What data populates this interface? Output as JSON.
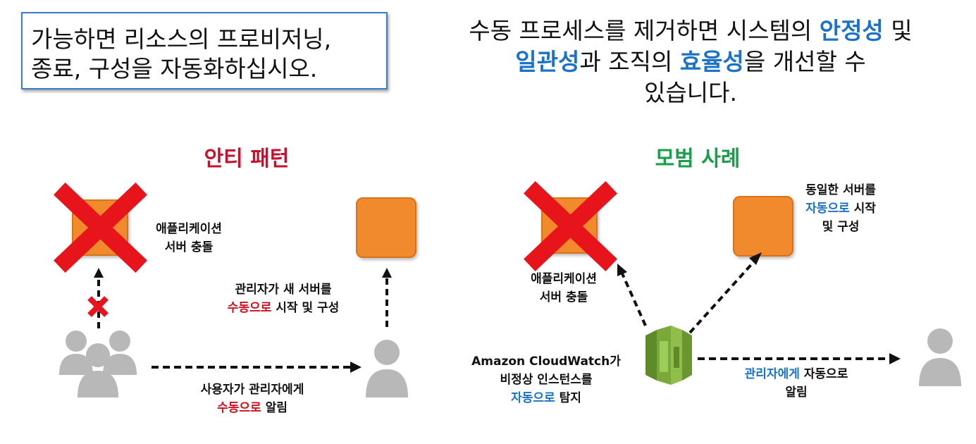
{
  "note_box": {
    "line1": "가능하면 리소스의 프로비저닝,",
    "line2": "종료, 구성을 자동화하십시오."
  },
  "headline": {
    "part1": "수동 프로세스를 제거하면 시스템의 ",
    "stability": "안정성",
    "part2": " 및",
    "consistency": "일관성",
    "part3": "과 조직의 ",
    "efficiency": "효율성",
    "part4": "을 개선할 수",
    "part5": "있습니다."
  },
  "anti_pattern": {
    "title": "안티 패턴",
    "crash_line1": "애플리케이션",
    "crash_line2": "서버 충돌",
    "admin_line1": "관리자가 새 서버를",
    "admin_manual": "수동으로",
    "admin_rest": " 시작 및 구성",
    "notify_line1": "사용자가 관리자에게",
    "notify_manual": "수동으로",
    "notify_rest": " 알림"
  },
  "best_practice": {
    "title": "모범 사례",
    "crash_line1": "애플리케이션",
    "crash_line2": "서버 충돌",
    "launch_line1": "동일한 서버를",
    "launch_auto": "자동으로",
    "launch_rest": " 시작",
    "launch_line3": "및 구성",
    "cw_line1": "Amazon CloudWatch가",
    "cw_line2": "비정상 인스턴스를",
    "cw_auto": "자동으로",
    "cw_rest": " 탐지",
    "notify_blue": "관리자에게",
    "notify_rest": " 자동으로",
    "notify_line2": "알림"
  },
  "icons": {
    "server_color": "#f08a2c",
    "cross_color": "#e8141c",
    "user_color": "#b8b8b8",
    "cloudwatch_color": "#7aa83a"
  }
}
